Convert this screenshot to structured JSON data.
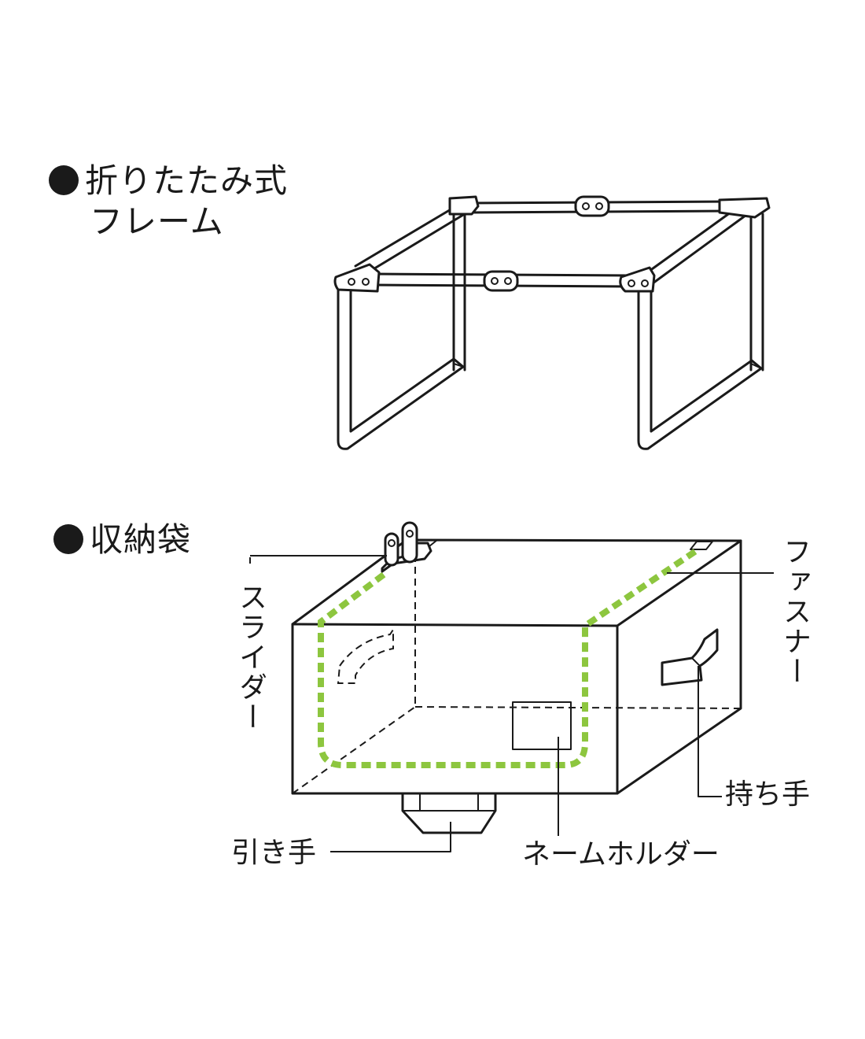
{
  "frame_section": {
    "title_line1": "折りたたみ式",
    "title_line2": "フレーム"
  },
  "bag_section": {
    "title": "収納袋"
  },
  "labels": {
    "slider": "スライダー",
    "fastener": "ファスナー",
    "handle": "持ち手",
    "pull": "引き手",
    "name_holder": "ネームホルダー"
  },
  "colors": {
    "fastener_highlight": "#8dc63f",
    "line": "#1a1a1a",
    "background": "#ffffff"
  }
}
